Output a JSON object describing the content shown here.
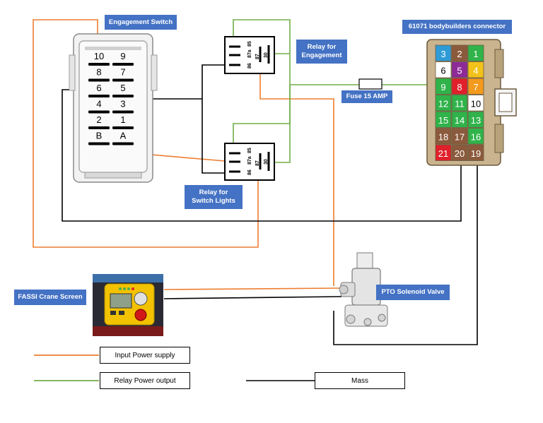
{
  "labels": {
    "engagement_switch": "Engagement Switch",
    "relay_engagement": "Relay for\nEngagement",
    "relay_switch_lights": "Relay for\nSwitch Lights",
    "connector_title": "61071 bodybuilders connector",
    "fuse": "Fuse 15 AMP",
    "pto_valve": "PTO Solenoid Valve",
    "crane_screen": "FASSI Crane Screen"
  },
  "switch_pins": [
    {
      "left": "10",
      "right": "9"
    },
    {
      "left": "8",
      "right": "7"
    },
    {
      "left": "6",
      "right": "5"
    },
    {
      "left": "4",
      "right": "3"
    },
    {
      "left": "2",
      "right": "1"
    },
    {
      "left": "B",
      "right": "A"
    }
  ],
  "relay_pins": {
    "p86": "86",
    "p87a": "87a",
    "p85": "85",
    "p87": "87",
    "p30": "30"
  },
  "connector_pins": [
    [
      {
        "n": "3",
        "color": "#2e9bd6"
      },
      {
        "n": "2",
        "color": "#8b5a3c"
      },
      {
        "n": "1",
        "color": "#2fb34a"
      }
    ],
    [
      {
        "n": "6",
        "color": "#ffffff"
      },
      {
        "n": "5",
        "color": "#8e2a97"
      },
      {
        "n": "4",
        "color": "#f3c21a"
      }
    ],
    [
      {
        "n": "9",
        "color": "#2fb34a"
      },
      {
        "n": "8",
        "color": "#e0202a"
      },
      {
        "n": "7",
        "color": "#f39a1e"
      }
    ],
    [
      {
        "n": "12",
        "color": "#2fb34a"
      },
      {
        "n": "11",
        "color": "#2fb34a"
      },
      {
        "n": "10",
        "color": "#ffffff"
      }
    ],
    [
      {
        "n": "15",
        "color": "#2fb34a"
      },
      {
        "n": "14",
        "color": "#2fb34a"
      },
      {
        "n": "13",
        "color": "#2fb34a"
      }
    ],
    [
      {
        "n": "18",
        "color": "#8b5a3c"
      },
      {
        "n": "17",
        "color": "#8b5a3c"
      },
      {
        "n": "16",
        "color": "#2fb34a"
      }
    ],
    [
      {
        "n": "21",
        "color": "#e0202a"
      },
      {
        "n": "20",
        "color": "#8b5a3c"
      },
      {
        "n": "19",
        "color": "#8b5a3c"
      }
    ]
  ],
  "legend": {
    "input_power": "Input Power supply",
    "relay_output": "Relay Power output",
    "mass": "Mass"
  },
  "colors": {
    "input_power": "#ed7d31",
    "relay_output": "#70ad47",
    "mass": "#000000",
    "callout": "#4472c4"
  }
}
